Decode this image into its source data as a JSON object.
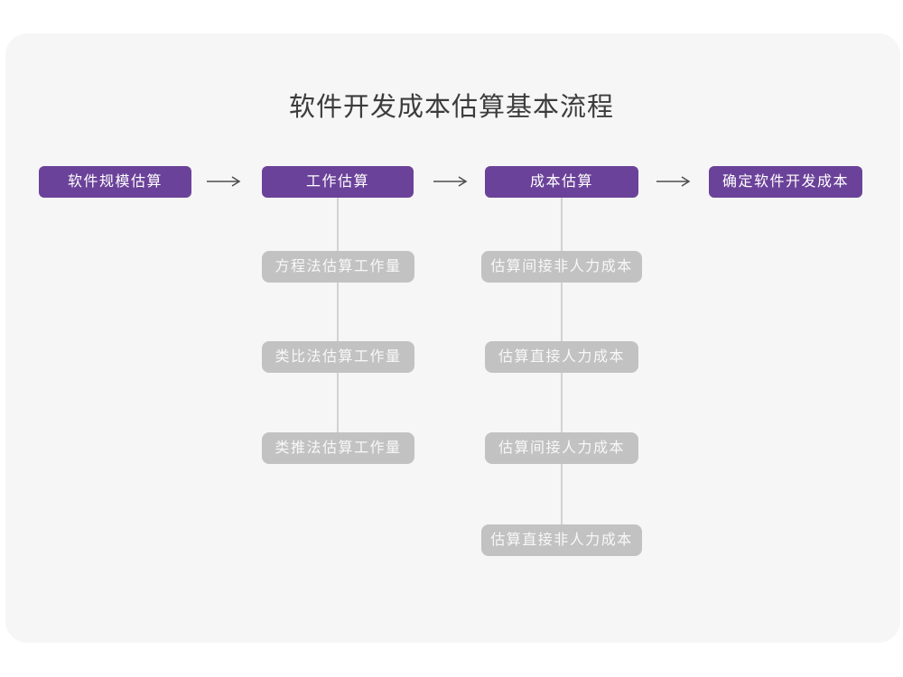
{
  "page": {
    "title": "软件开发成本估算基本流程"
  },
  "colors": {
    "accent_purple": "#6b4299",
    "node_gray": "#c2c2c2",
    "card_background": "#f6f6f6",
    "connector_line": "#d2d2d2",
    "arrow_stroke": "#4d4d4d",
    "title_text": "#3c3c3c"
  },
  "flow": {
    "stages": [
      {
        "label": "软件规模估算"
      },
      {
        "label": "工作估算",
        "substeps": [
          "方程法估算工作量",
          "类比法估算工作量",
          "类推法估算工作量"
        ]
      },
      {
        "label": "成本估算",
        "substeps": [
          "估算间接非人力成本",
          "估算直接人力成本",
          "估算间接人力成本",
          "估算直接非人力成本"
        ]
      },
      {
        "label": "确定软件开发成本"
      }
    ]
  }
}
